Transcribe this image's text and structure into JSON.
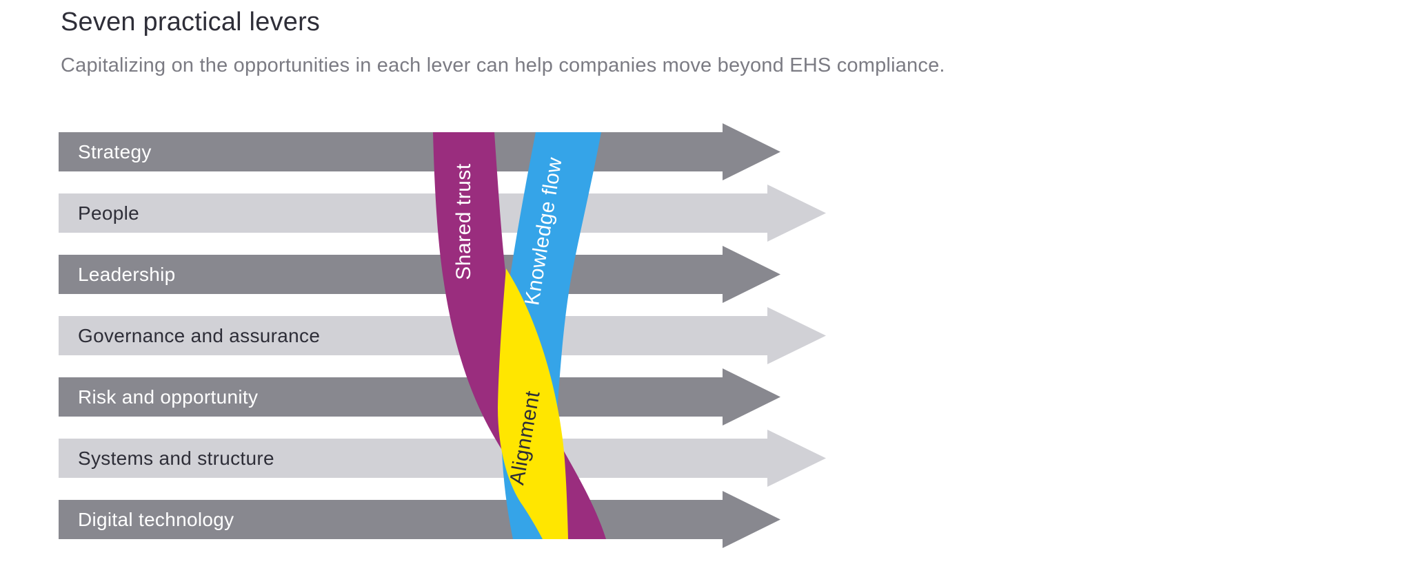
{
  "header": {
    "title": "Seven practical levers",
    "subtitle": "Capitalizing on the opportunities in each lever can help companies move beyond EHS compliance."
  },
  "diagram": {
    "levers": [
      {
        "label": "Strategy",
        "tone": "dark"
      },
      {
        "label": "People",
        "tone": "light"
      },
      {
        "label": "Leadership",
        "tone": "dark"
      },
      {
        "label": "Governance and assurance",
        "tone": "light"
      },
      {
        "label": "Risk and opportunity",
        "tone": "dark"
      },
      {
        "label": "Systems and structure",
        "tone": "light"
      },
      {
        "label": "Digital technology",
        "tone": "dark"
      }
    ],
    "ribbons": [
      {
        "label": "Shared trust",
        "color": "#9A2D7E"
      },
      {
        "label": "Knowledge flow",
        "color": "#35A4E8"
      },
      {
        "label": "Alignment",
        "color": "#FFE600"
      }
    ]
  },
  "palette": {
    "gray-dark": "#88888F",
    "gray-light": "#D1D1D6",
    "purple": "#9A2D7E",
    "blue": "#35A4E8",
    "yellow": "#FFE600",
    "title": "#2E2E38",
    "subtitle": "#7B7B83"
  }
}
